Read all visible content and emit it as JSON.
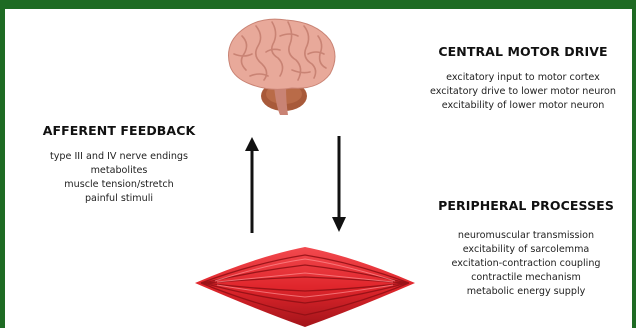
{
  "central_motor_drive": {
    "heading": "CENTRAL MOTOR DRIVE",
    "lines": [
      "excitatory input to motor cortex",
      "excitatory drive to lower motor neuron",
      "excitability of lower motor neuron"
    ]
  },
  "afferent_feedback": {
    "heading": "AFFERENT FEEDBACK",
    "lines": [
      "type III and IV nerve endings",
      "metabolites",
      "muscle tension/stretch",
      "painful stimuli"
    ]
  },
  "peripheral_processes": {
    "heading": "PERIPHERAL PROCESSES",
    "lines": [
      "neuromuscular transmission",
      "excitability of sarcolemma",
      "excitation-contraction coupling",
      "contractile mechanism",
      "metabolic energy supply"
    ]
  },
  "colors": {
    "frame": "#1e6b23",
    "brain": "#e8a99a",
    "brain_shadow": "#c98374",
    "cerebellum": "#a85a3a",
    "muscle": "#e0262c",
    "muscle_dark": "#a3141a",
    "arrow": "#111111"
  },
  "icons": {
    "brain": "brain-illustration",
    "muscle": "muscle-fiber-illustration",
    "arrow_up": "arrow-up-icon",
    "arrow_down": "arrow-down-icon"
  }
}
